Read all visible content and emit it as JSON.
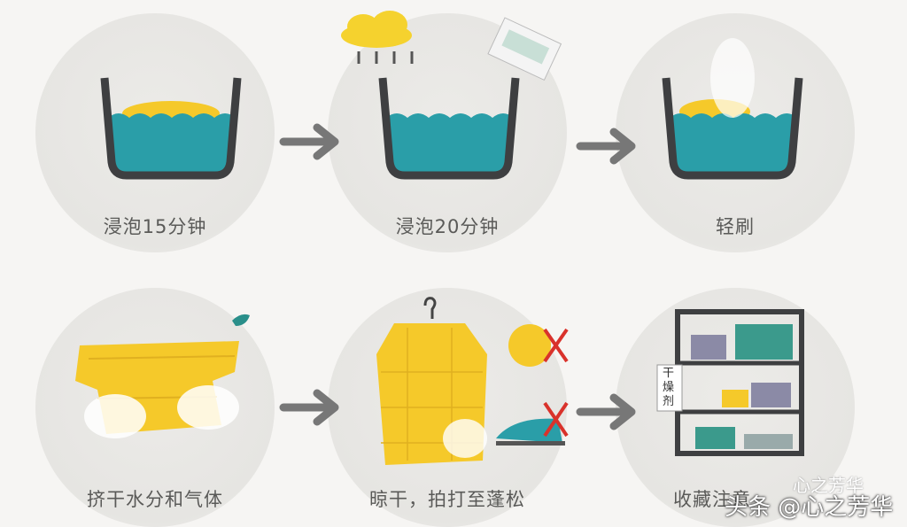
{
  "steps": [
    {
      "label": "浸泡15分钟"
    },
    {
      "label": "浸泡20分钟"
    },
    {
      "label": "轻刷"
    },
    {
      "label": "挤干水分和气体"
    },
    {
      "label": "晾干，拍打至蓬松"
    },
    {
      "label": "收藏注意"
    }
  ],
  "shelf_tag": "干燥剂",
  "watermark": {
    "wechat": "心之芳华",
    "toutiao": "头条 @心之芳华"
  },
  "colors": {
    "water": "#2a9ea8",
    "basin": "#3e3f41",
    "yellow": "#f5c92a",
    "arrow": "#777777",
    "cross": "#d9322b"
  }
}
